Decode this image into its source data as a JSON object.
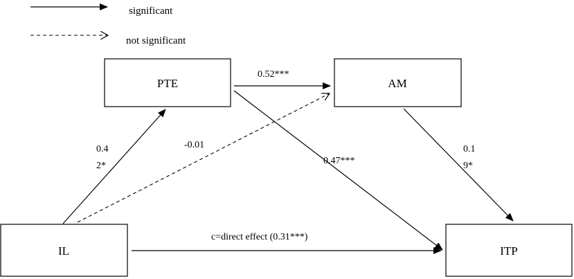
{
  "legend": {
    "significant": "significant",
    "not_significant": "not significant"
  },
  "nodes": {
    "pte": "PTE",
    "am": "AM",
    "il": "IL",
    "itp": "ITP"
  },
  "edges": {
    "il_pte_line1": "0.4",
    "il_pte_line2": "2*",
    "il_am": "-0.01",
    "pte_am": "0.52***",
    "pte_itp": "0.47***",
    "am_itp_line1": "0.1",
    "am_itp_line2": "9*",
    "il_itp": "c=direct effect (0.31***)"
  },
  "colors": {
    "ink": "#000000",
    "background": "#ffffff"
  }
}
